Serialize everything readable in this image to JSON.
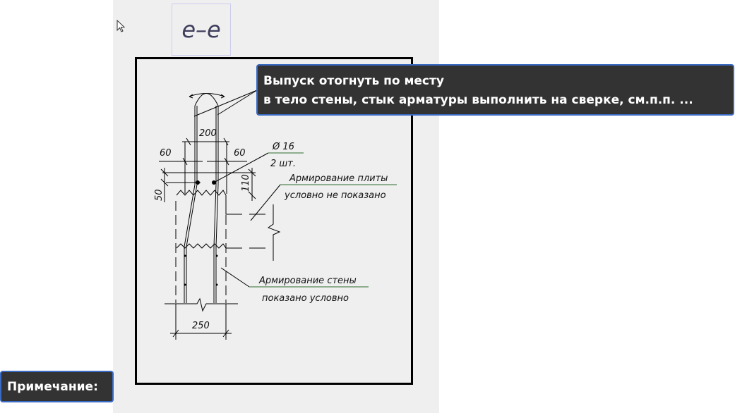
{
  "section_label": "е–е",
  "tooltip": {
    "line1": "Выпуск отогнуть по месту",
    "line2": "в тело стены, стык арматуры выполнить на сверке, см.п.п. ..."
  },
  "note_label": "Примечание:",
  "drawing": {
    "dim_200": "200",
    "dim_60_left": "60",
    "dim_60_right": "60",
    "dim_110": "110",
    "dim_50": "50",
    "dim_250": "250",
    "rebar_diameter": "Ø 16",
    "rebar_count": "2 шт.",
    "slab_note_1": "Армирование плиты",
    "slab_note_2": "условно не показано",
    "wall_note_1": "Армирование стены",
    "wall_note_2": "показано условно"
  },
  "colors": {
    "tooltip_bg": "#333333",
    "tooltip_border": "#3a6bc4",
    "leader_underline": "#2e6b2e"
  }
}
